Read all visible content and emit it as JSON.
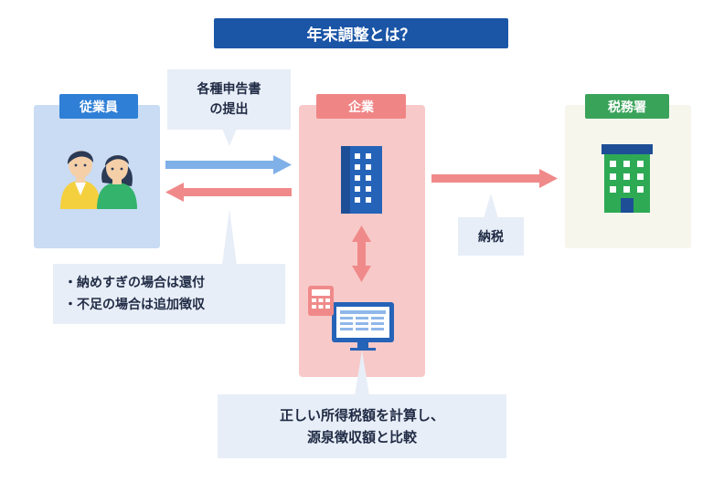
{
  "title": "年末調整とは？",
  "employee": {
    "label": "従業員"
  },
  "company": {
    "label": "企業"
  },
  "tax_office": {
    "label": "税務署"
  },
  "filing_note": {
    "line1": "各種申告書",
    "line2": "の提出"
  },
  "refund_note": {
    "line1": "・納めすぎの場合は還付",
    "line2": "・不足の場合は追加徴収"
  },
  "tax_payment": {
    "label": "納税"
  },
  "calculation_note": {
    "line1": "正しい所得税額を計算し、",
    "line2": "源泉徴収額と比較"
  },
  "colors": {
    "navy": "#1a55a6",
    "employee_blue": "#2f7fd6",
    "company_pink": "#f08585",
    "tax_green": "#3aa35a",
    "arrow_blue": "#7fb0e8",
    "arrow_pink": "#f08a8a"
  }
}
